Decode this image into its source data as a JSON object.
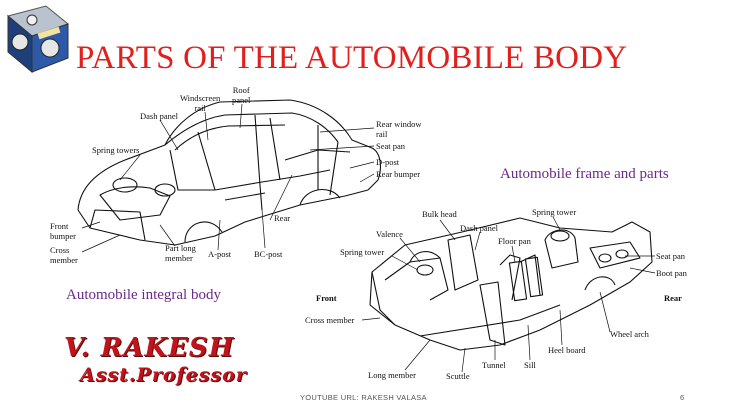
{
  "title": "PARTS OF THE AUTOMOBILE BODY",
  "captions": {
    "frame": "Automobile frame and parts",
    "integral": "Automobile integral body"
  },
  "car_labels": {
    "roof_panel": [
      "Roof",
      "panel"
    ],
    "windscreen_rail": [
      "Windscreen",
      "rail"
    ],
    "dash_panel": "Dash  panel",
    "spring_towers": "Spring towers",
    "rear_window_rail": [
      "Rear window",
      "rail"
    ],
    "seat_pan": "Seat pan",
    "d_post": "D-post",
    "rear_bumper": "Rear bumper",
    "rear": "Rear",
    "front_bumper": [
      "Front",
      "bumper"
    ],
    "cross_member": [
      "Cross",
      "member"
    ],
    "part_long_member": [
      "Part long",
      "member"
    ],
    "a_post": "A-post",
    "bc_post": "BC-post"
  },
  "frame_labels": {
    "bulk_head": "Bulk head",
    "spring_tower_top": "Spring tower",
    "valence": "Valence",
    "dash_panel": "Dash panel",
    "floor_pan": "Floor pan",
    "spring_tower_left": "Spring tower",
    "seat_pan": "Seat pan",
    "boot_pan": "Boot pan",
    "front": "Front",
    "rear": "Rear",
    "cross_member": "Cross member",
    "wheel_arch": "Wheel arch",
    "heel_board": "Heel board",
    "tunnel": "Tunnel",
    "sill": "Sill",
    "long_member": "Long member",
    "scuttle": "Scuttle"
  },
  "signature": {
    "name": "V. RAKESH",
    "role": "Asst.Professor"
  },
  "footer": "YOUTUBE  URL:  RAKESH VALASA",
  "page_number": "6",
  "colors": {
    "title": "#e0201c",
    "caption": "#6b2a8c",
    "signature": "#c0131b"
  }
}
